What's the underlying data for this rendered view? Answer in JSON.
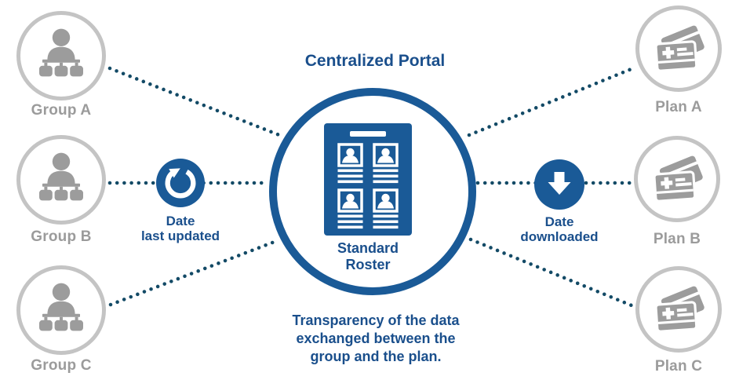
{
  "title": "Centralized Portal",
  "portal": {
    "roster_label": "Standard\nRoster",
    "roster_icon": "roster-document-icon"
  },
  "caption": "Transparency of the data\nexchanged between the\ngroup and the plan.",
  "groups": [
    {
      "label": "Group A",
      "icon": "org-chart-icon"
    },
    {
      "label": "Group B",
      "icon": "org-chart-icon"
    },
    {
      "label": "Group C",
      "icon": "org-chart-icon"
    }
  ],
  "plans": [
    {
      "label": "Plan A",
      "icon": "insurance-cards-icon"
    },
    {
      "label": "Plan B",
      "icon": "insurance-cards-icon"
    },
    {
      "label": "Plan C",
      "icon": "insurance-cards-icon"
    }
  ],
  "flows": {
    "left": {
      "label": "Date\nlast updated",
      "icon": "refresh-icon"
    },
    "right": {
      "label": "Date\ndownloaded",
      "icon": "download-icon"
    }
  },
  "colors": {
    "primary_blue": "#1a5a97",
    "text_blue": "#1a4f8c",
    "connector_navy": "#134a66",
    "icon_gray": "#9c9c9c",
    "ring_gray": "#c4c4c4",
    "label_gray": "#9b9b9b",
    "background": "#ffffff"
  }
}
